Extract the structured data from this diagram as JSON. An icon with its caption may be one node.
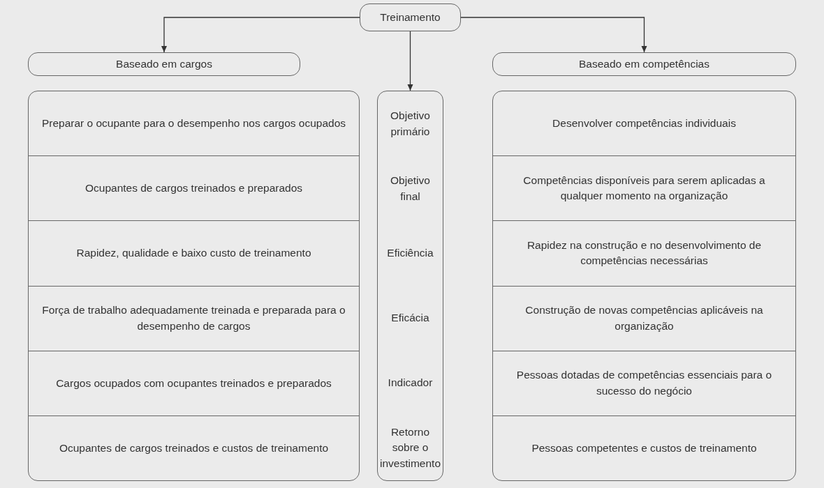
{
  "diagram": {
    "nodes": [
      {
        "text": [
          "Treinamento"
        ]
      },
      {
        "text": [
          "Baseado em cargos"
        ]
      },
      {
        "text": [
          "Baseado em competências"
        ]
      },
      {
        "text": [
          "Preparar o ocupante para o desempenho nos cargos ocupados",
          "Ocupantes de cargos treinados e preparados",
          "Rapidez, qualidade e baixo custo de treinamento",
          "Força de trabalho adequadamente treinada e preparada para o desempenho de cargos",
          "Cargos ocupados com ocupantes treinados e preparados",
          "Ocupantes de cargos treinados e custos de treinamento"
        ]
      },
      {
        "text": [
          "Objetivo primário",
          "Objetivo final",
          "Eficiência",
          "Eficácia",
          "Indicador",
          "Retorno sobre o investimento"
        ]
      },
      {
        "text": [
          "Desenvolver competências individuais",
          "Competências disponíveis para serem aplicadas a qualquer momento na organização",
          "Rapidez na construção e no desenvolvimento de competências necessárias",
          "Construção de novas competências aplicáveis na organização",
          "Pessoas dotadas de competências essenciais para o sucesso do negócio",
          "Pessoas competentes e custos de treinamento"
        ]
      }
    ],
    "edges": [
      {
        "from": 0,
        "to": 1,
        "arrow": "to"
      },
      {
        "from": 0,
        "to": 4,
        "arrow": "to"
      },
      {
        "from": 0,
        "to": 2,
        "arrow": "to"
      }
    ]
  }
}
